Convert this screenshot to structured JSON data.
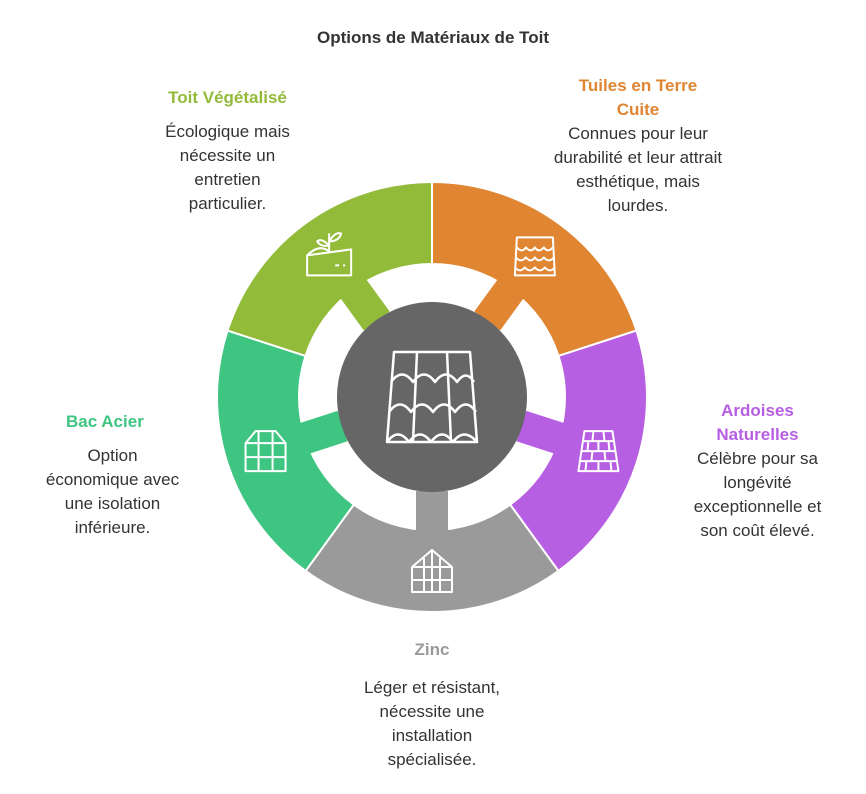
{
  "title": "Options de Matériaux de Toit",
  "center_icon": "roof-tiles-icon",
  "segments": [
    {
      "title": "Tuiles en Terre Cuite",
      "desc": "Connues pour leur durabilité et leur attrait esthétique, mais lourdes.",
      "color": "#E08531",
      "icon": "clay-tiles-icon"
    },
    {
      "title": "Ardoises Naturelles",
      "desc": "Célèbre pour sa longévité exceptionnelle et son coût élevé.",
      "color": "#B75FE2",
      "icon": "slate-icon"
    },
    {
      "title": "Zinc",
      "desc": "Léger et résistant, nécessite une installation spécialisée.",
      "color": "#9A9A9A",
      "icon": "greenhouse-icon"
    },
    {
      "title": "Bac Acier",
      "desc": "Option économique avec une isolation inférieure.",
      "color": "#3EC581",
      "icon": "steel-frame-icon"
    },
    {
      "title": "Toit Végétalisé",
      "desc": "Écologique mais nécessite un entretien particulier.",
      "color": "#93BB3A",
      "icon": "green-roof-icon"
    }
  ],
  "center_color": "#666666"
}
